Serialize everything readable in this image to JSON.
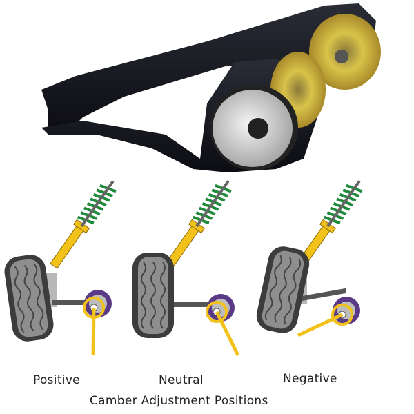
{
  "labels": {
    "positive": "Positive",
    "neutral": "Neutral",
    "negative": "Negative",
    "caption": "Camber Adjustment Positions"
  },
  "colors": {
    "arm": "#15161c",
    "bushing": "#d8d8d8",
    "washer": "#c9b23a",
    "spring": "#1f8a3a",
    "strut": "#f2c21a",
    "eccentric": "#5a3a86",
    "tire": "#3a3a3a"
  }
}
